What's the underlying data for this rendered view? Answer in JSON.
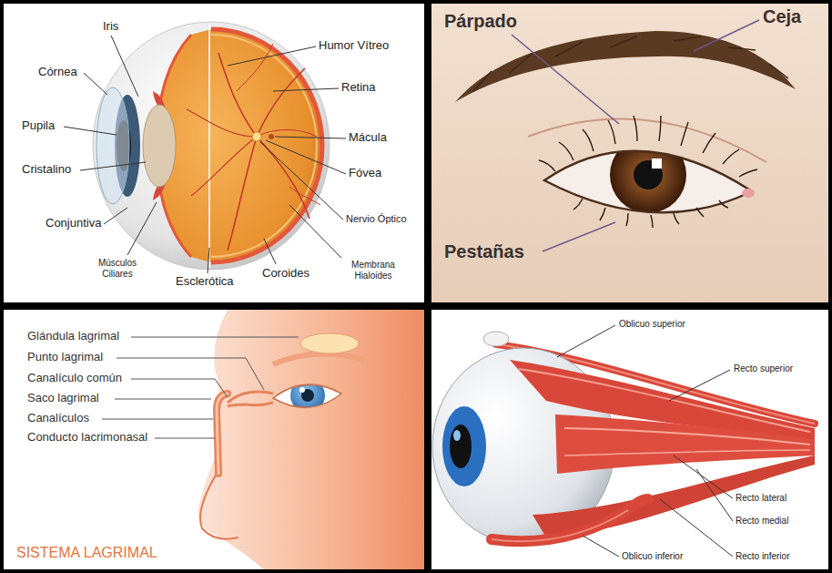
{
  "diagram": {
    "labels": [
      "Iris",
      "Humor Vítreo",
      "Córnea",
      "Retina",
      "Pupila",
      "Mácula",
      "Cristalino",
      "Fóvea",
      "Nervio Óptico",
      "Conjuntiva",
      "Músculos Ciliares",
      "Membrana Hialoides",
      "Esclerótica",
      "Coroides",
      "Párpado",
      "Ceja",
      "Pestañas",
      "Glándula lagrimal",
      "Punto lagrimal",
      "Canalículo común",
      "Saco lagrimal",
      "Canalículos",
      "Conducto lacrimonasal",
      "SISTEMA LAGRIMAL",
      "Oblicuo superior",
      "Recto superior",
      "Recto lateral",
      "Recto medial",
      "Oblicuo inferior",
      "Recto inferior"
    ]
  }
}
